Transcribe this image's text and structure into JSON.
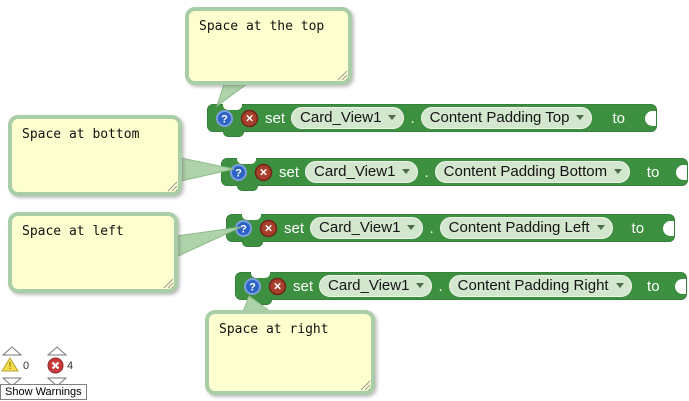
{
  "workspace": {
    "background": "#ffffff"
  },
  "colors": {
    "block_green": "#3e9041",
    "dropdown_bg": "#d3e7cf",
    "comment_bg": "#feffce",
    "comment_border": "#a9cda7",
    "tail_fill": "#aed3aa",
    "help_blue": "#2d62c6",
    "error_brick": "#a8402c",
    "warning_yellow": "#f3dc4b",
    "error_red": "#c93a3a"
  },
  "icons": {
    "help_glyph": "?",
    "error_glyph": "×",
    "warning_glyph": "!"
  },
  "comments": {
    "top": "Space at the top",
    "bottom": "Space at bottom",
    "left": "Space at left",
    "right": "Space at right"
  },
  "blocks": [
    {
      "set": "set",
      "component": "Card_View1",
      "dot": ".",
      "property": "Content Padding Top",
      "to": "to"
    },
    {
      "set": "set",
      "component": "Card_View1",
      "dot": ".",
      "property": "Content Padding Bottom",
      "to": "to"
    },
    {
      "set": "set",
      "component": "Card_View1",
      "dot": ".",
      "property": "Content Padding Left",
      "to": "to"
    },
    {
      "set": "set",
      "component": "Card_View1",
      "dot": ".",
      "property": "Content Padding Right",
      "to": "to"
    }
  ],
  "status": {
    "warning_count": "0",
    "error_count": "4",
    "show_warnings_label": "Show Warnings"
  }
}
